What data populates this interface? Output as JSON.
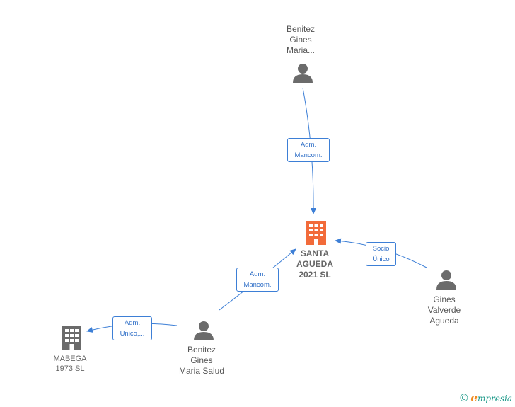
{
  "nodes": {
    "main": {
      "lines": [
        "SANTA",
        "AGUEDA",
        "2021  SL"
      ]
    },
    "benitez_top": {
      "lines": [
        "Benitez",
        "Gines",
        "Maria..."
      ]
    },
    "gines_valverde": {
      "lines": [
        "Gines",
        "Valverde",
        "Agueda"
      ]
    },
    "benitez_bottom": {
      "lines": [
        "Benitez",
        "Gines",
        "Maria Salud"
      ]
    },
    "mabega": {
      "lines": [
        "MABEGA",
        "1973 SL"
      ]
    }
  },
  "edges": {
    "top": {
      "lines": [
        "Adm.",
        "Mancom."
      ]
    },
    "right": {
      "lines": [
        "Socio",
        "Único"
      ]
    },
    "bottom": {
      "lines": [
        "Adm.",
        "Mancom."
      ]
    },
    "left": {
      "lines": [
        "Adm.",
        "Unico,..."
      ]
    }
  },
  "colors": {
    "main_company": "#f26b3a",
    "company": "#6b6b6b",
    "person": "#6b6b6b",
    "edge": "#3d7fd6"
  },
  "footer": {
    "copyright_symbol": "©",
    "brand_initial": "e",
    "brand_rest": "mpresia"
  },
  "icons": [
    "building-icon",
    "person-icon",
    "copyright-icon"
  ]
}
